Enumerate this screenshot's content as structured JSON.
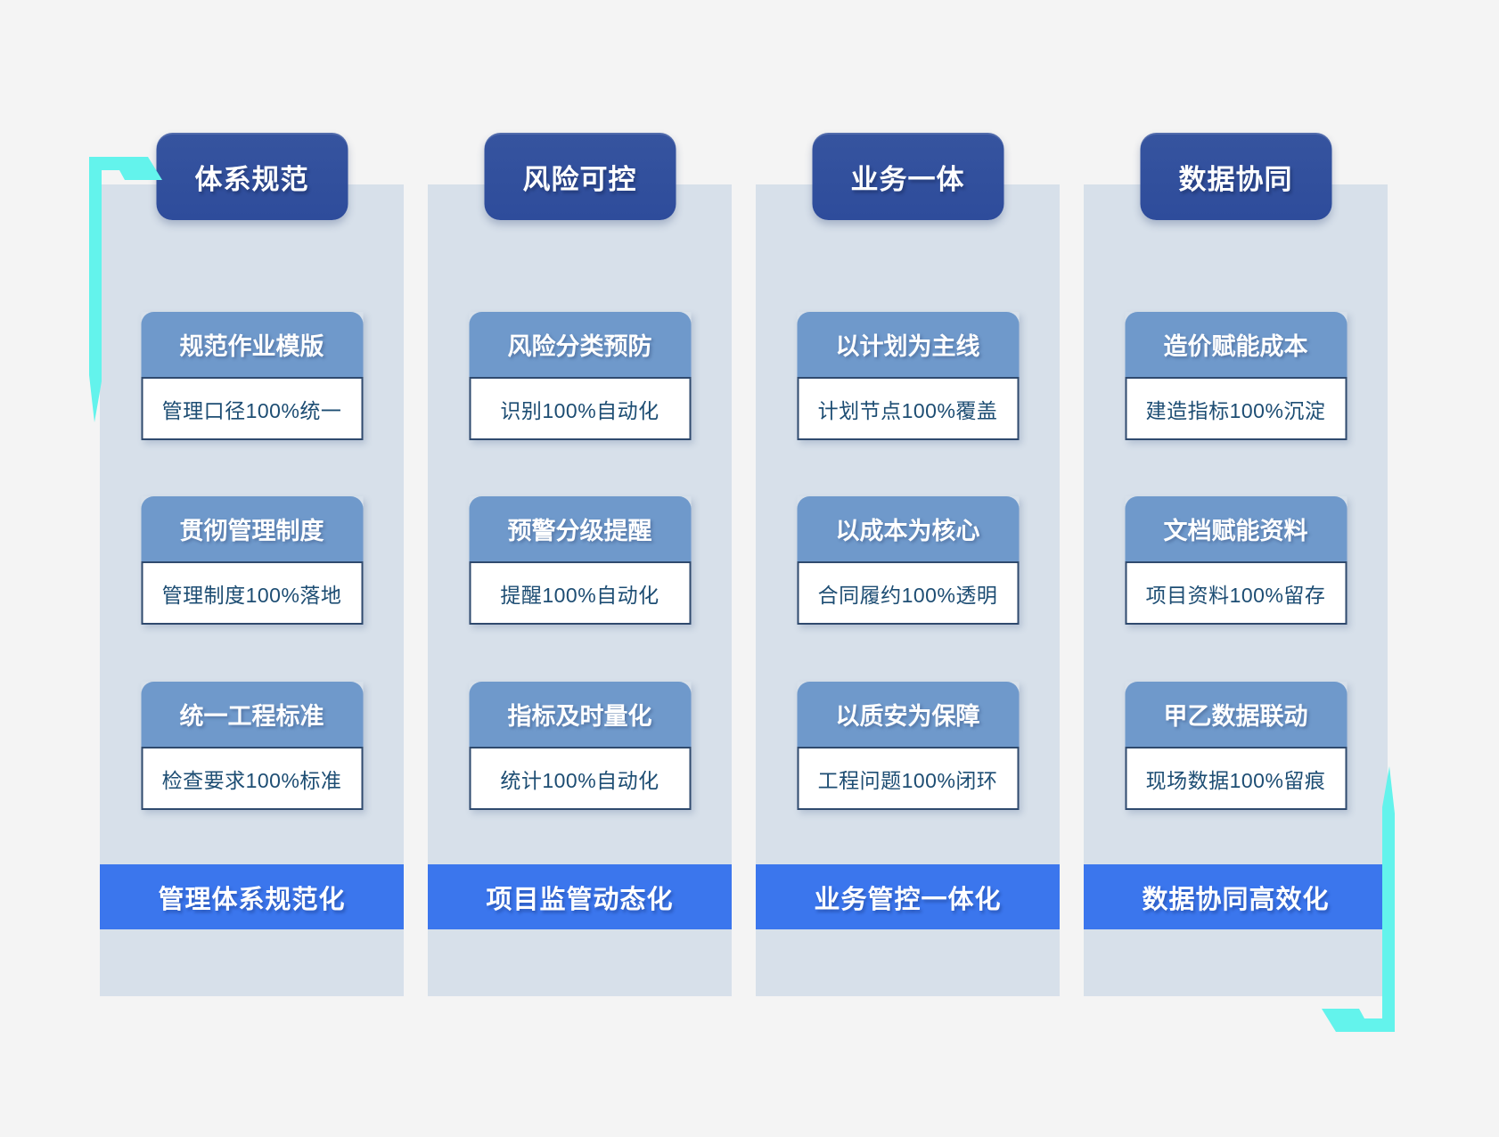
{
  "colors": {
    "page_background": "#f4f4f4",
    "column_background": "#d7e0ea",
    "title_pill_blue": "#2f4e9e",
    "card_header_blue": "#6f99cb",
    "card_border_navy": "#2f4a6e",
    "card_text_navy": "#1d4d73",
    "footer_bar_blue": "#3b76ed",
    "accent_cyan": "#63f3ec"
  },
  "columns": [
    {
      "title": "体系规范",
      "footer": "管理体系规范化",
      "cards": [
        {
          "header": "规范作业模版",
          "body": "管理口径100%统一"
        },
        {
          "header": "贯彻管理制度",
          "body": "管理制度100%落地"
        },
        {
          "header": "统一工程标准",
          "body": "检查要求100%标准"
        }
      ]
    },
    {
      "title": "风险可控",
      "footer": "项目监管动态化",
      "cards": [
        {
          "header": "风险分类预防",
          "body": "识别100%自动化"
        },
        {
          "header": "预警分级提醒",
          "body": "提醒100%自动化"
        },
        {
          "header": "指标及时量化",
          "body": "统计100%自动化"
        }
      ]
    },
    {
      "title": "业务一体",
      "footer": "业务管控一体化",
      "cards": [
        {
          "header": "以计划为主线",
          "body": "计划节点100%覆盖"
        },
        {
          "header": "以成本为核心",
          "body": "合同履约100%透明"
        },
        {
          "header": "以质安为保障",
          "body": "工程问题100%闭环"
        }
      ]
    },
    {
      "title": "数据协同",
      "footer": "数据协同高效化",
      "cards": [
        {
          "header": "造价赋能成本",
          "body": "建造指标100%沉淀"
        },
        {
          "header": "文档赋能资料",
          "body": "项目资料100%留存"
        },
        {
          "header": "甲乙数据联动",
          "body": "现场数据100%留痕"
        }
      ]
    }
  ]
}
